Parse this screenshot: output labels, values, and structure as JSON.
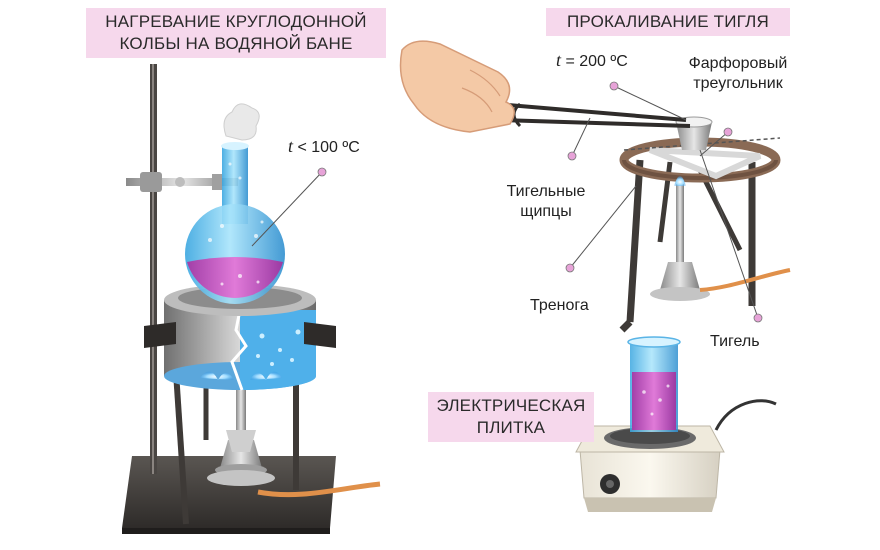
{
  "sections": {
    "water_bath_title": [
      "НАГРЕВАНИЕ КРУГЛОДОННОЙ",
      "КОЛБЫ НА ВОДЯНОЙ БАНЕ"
    ],
    "crucible_title": "ПРОКАЛИВАНИЕ ТИГЛЯ",
    "hotplate_title": [
      "ЭЛЕКТРИЧЕСКАЯ",
      "ПЛИТКА"
    ]
  },
  "labels": {
    "temp_bath_var": "t",
    "temp_bath_value": "< 100 ºC",
    "temp_crucible_var": "t",
    "temp_crucible_value": "= 200 ºC",
    "porcelain_triangle": [
      "Фарфоровый",
      "треугольник"
    ],
    "crucible_tongs": [
      "Тигельные",
      "щипцы"
    ],
    "tripod": "Тренога",
    "crucible": "Тигель"
  },
  "colors": {
    "title_bg": "#f6d8ec",
    "pointer_dot": "#e7a3d8",
    "liquid": "#c85cc6",
    "glass": "#7fd0f2",
    "metal_dark": "#3e3a37"
  }
}
